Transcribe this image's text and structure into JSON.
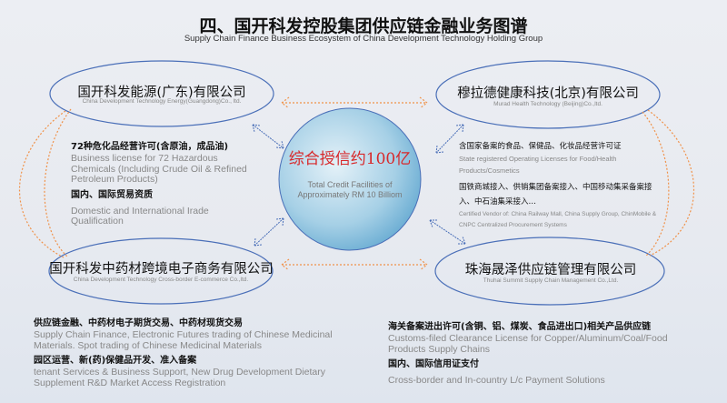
{
  "title": "四、国开科发控股集团供应链金融业务图谱",
  "subtitle": "Supply Chain Finance Business Ecosystem of China Development Technology Holding Group",
  "center": {
    "zh": "综合授信约100亿",
    "en": "Total Credit Facilities of Approximately RM 10 Billiom"
  },
  "companies": [
    {
      "zh": "国开科发能源(广东)有限公司",
      "en": "China Development Technology Energy(Guangdong)Co., ltd."
    },
    {
      "zh": "穆拉德健康科技(北京)有限公司",
      "en": "Murad Health Technology (Beijing)Co.,ltd."
    },
    {
      "zh": "国开科发中药材跨境电子商务有限公司",
      "en": "China Development Technology Cross-border E-commerce Co.,ltd."
    },
    {
      "zh": "珠海晟泽供应链管理有限公司",
      "en": "Thuhai Summit Supply Chain Management Co.,Ltd."
    }
  ],
  "details": {
    "top_left": [
      {
        "zh": "72种危化品经营许可(含原油，成品油)",
        "en": "Business license for 72 Hazardous Chemicals (Including Crude Oil & Refined Petroleum Products)"
      },
      {
        "zh": "国内、国际贸易资质",
        "en": "Domestic and International Irade Qualification"
      }
    ],
    "top_right": [
      {
        "zh": "含国家备案的食品、保健品、化妆品经营许可证",
        "en": "State registered Operating Licenses for Food/Health Products/Cosmetics"
      },
      {
        "zh": "国铁商城接入、供销集团备案接入、中国移动集采备案接入、中石油集采接入…",
        "en": "Certified Vendor of: China Railway Mall, China Supply Group, ChinMobile & CNPC Centralized Procurement Systems"
      }
    ],
    "bottom_left": [
      {
        "zh": "供应链金融、中药材电子期货交易、中药材现货交易",
        "en": "Supply Chain Finance, Electronic Futures trading of Chinese Medicinal Materials. Spot trading of Chinese Medicinal Materials"
      },
      {
        "zh": "园区运营、新(药)保健品开发、准入备案",
        "en": "tenant Services & Business Support, New Drug Development Dietary Supplement R&D Market Access Registration"
      }
    ],
    "bottom_right": [
      {
        "zh": "海关备案进出许可(含铜、铝、煤炭、食品进出口)相关产品供应链",
        "en": "Customs-filed Clearance License for Copper/Aluminum/Coal/Food Products Supply Chains"
      },
      {
        "zh": "国内、国际信用证支付",
        "en": "Cross-border and In-country L/c Payment Solutions"
      }
    ]
  },
  "colors": {
    "ellipse": "#4a6fb8",
    "orange_arrow": "#f0924a",
    "center_red": "#d8282a",
    "circle": "#7ab6d8"
  }
}
